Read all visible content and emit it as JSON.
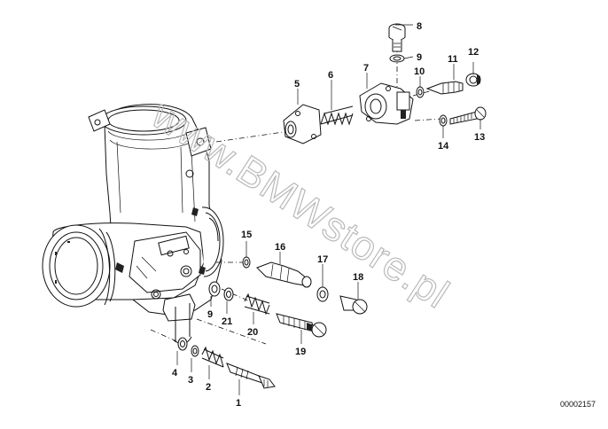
{
  "watermark": "www.BMWstore.pl",
  "reference_number": "00002157",
  "callouts": [
    {
      "id": "c8",
      "label": "8"
    },
    {
      "id": "c9a",
      "label": "9"
    },
    {
      "id": "c5",
      "label": "5"
    },
    {
      "id": "c6",
      "label": "6"
    },
    {
      "id": "c7",
      "label": "7"
    },
    {
      "id": "c10",
      "label": "10"
    },
    {
      "id": "c11",
      "label": "11"
    },
    {
      "id": "c12",
      "label": "12"
    },
    {
      "id": "c13",
      "label": "13"
    },
    {
      "id": "c14",
      "label": "14"
    },
    {
      "id": "c15",
      "label": "15"
    },
    {
      "id": "c16",
      "label": "16"
    },
    {
      "id": "c17",
      "label": "17"
    },
    {
      "id": "c18",
      "label": "18"
    },
    {
      "id": "c9b",
      "label": "9"
    },
    {
      "id": "c21",
      "label": "21"
    },
    {
      "id": "c20",
      "label": "20"
    },
    {
      "id": "c19",
      "label": "19"
    },
    {
      "id": "c4",
      "label": "4"
    },
    {
      "id": "c3",
      "label": "3"
    },
    {
      "id": "c2",
      "label": "2"
    },
    {
      "id": "c1",
      "label": "1"
    }
  ]
}
